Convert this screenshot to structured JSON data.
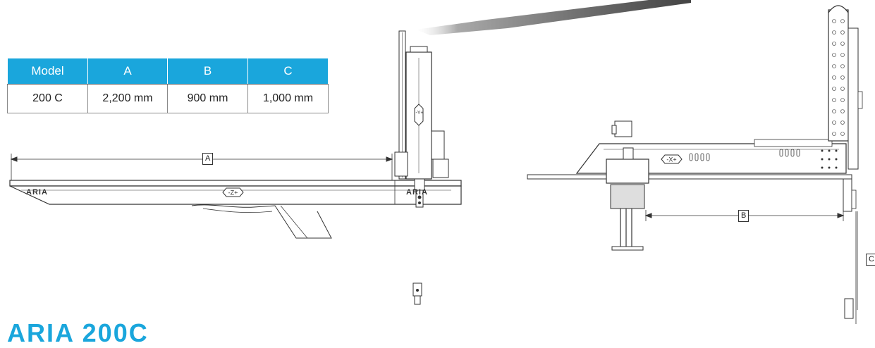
{
  "spec_table": {
    "headers": [
      "Model",
      "A",
      "B",
      "C"
    ],
    "rows": [
      [
        "200 C",
        "2,200 mm",
        "900 mm",
        "1,000 mm"
      ]
    ],
    "header_color": "#1aa6dc"
  },
  "left_view": {
    "dimension_label": "A",
    "brand_marks": [
      "ARIA",
      "ARIA"
    ],
    "axis_mark": "-Z+",
    "vertical_axis_mark": "-Y+"
  },
  "right_view": {
    "dimension_label_b": "B",
    "dimension_label_c": "C",
    "axis_mark": "-X+"
  },
  "page_heading": "ARIA 200C",
  "colors": {
    "accent": "#1aa6dc",
    "line": "#333333"
  }
}
